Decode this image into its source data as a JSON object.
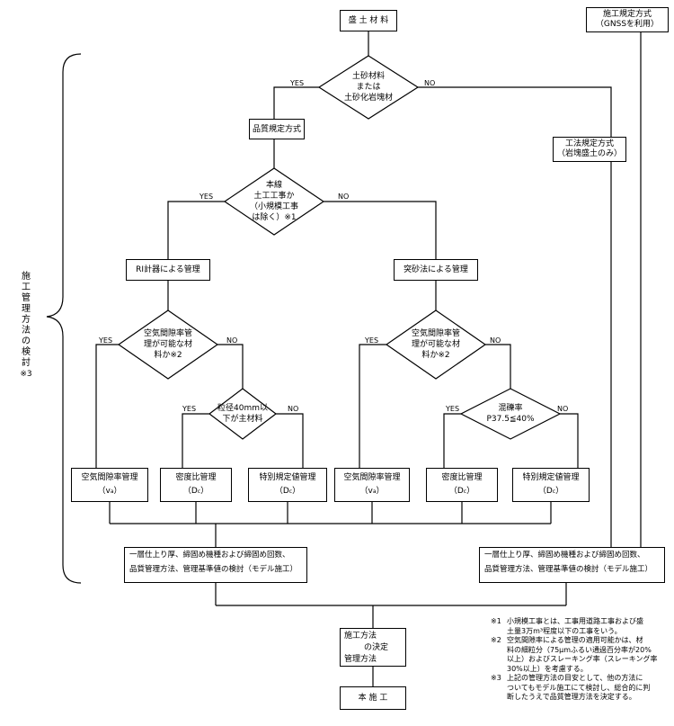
{
  "nodes": {
    "start": "盛 土 材 料",
    "gnss": [
      "施工規定方式",
      "（GNSSを利用）"
    ],
    "d1": [
      "土砂材料",
      "または",
      "土砂化岩塊材"
    ],
    "quality": "品質規定方式",
    "method": [
      "工法規定方式",
      "（岩塊盛土のみ）"
    ],
    "d2": [
      "本線",
      "土工工事か",
      "（小規模工事",
      "は除く）※1"
    ],
    "ri": "RI計器による管理",
    "sand": "突砂法による管理",
    "d3": [
      "空気間隙率管",
      "理が可能な材",
      "料か※2"
    ],
    "d4": [
      "粒径40mm以",
      "下が主材料"
    ],
    "d5": [
      "空気間隙率管",
      "理が可能な材",
      "料か※2"
    ],
    "d6": [
      "混礫率",
      "P37.5≦40%"
    ],
    "b1": "空気間隙率管理",
    "b2": "密度比管理",
    "b3": "特別規定値管理",
    "b4": "空気間隙率管理",
    "b5": "密度比管理",
    "b6": "特別規定値管理",
    "sym_va": "（v",
    "sym_va_sub": "a",
    "sym_dc": "（D",
    "sym_dc_sub": "c",
    "sym_close": "）",
    "trial1": [
      "一層仕上り厚、締固め機種および締固め回数、",
      "品質管理方法、管理基準値の検討（モデル施工）"
    ],
    "trial2": [
      "一層仕上り厚、締固め機種および締固め回数、",
      "品質管理方法、管理基準値の検討（モデル施工）"
    ],
    "decide": [
      "施工方法",
      "の決定",
      "管理方法"
    ],
    "final": "本 施 工"
  },
  "labels": {
    "yes": "YES",
    "no": "NO"
  },
  "side_label": [
    "施工管理方法の検討",
    "※3"
  ],
  "notes": [
    {
      "mark": "※1",
      "lines": [
        "小規模工事とは、工事用道路工事および盛",
        "土量3万m³程度以下の工事をいう。"
      ]
    },
    {
      "mark": "※2",
      "lines": [
        "空気間隙率による管理の適用可能かは、材",
        "料の細粒分（75μmふるい通過百分率が20%",
        "以上）およびスレーキング率（スレーキング率",
        "30%以上）を考慮する。"
      ]
    },
    {
      "mark": "※3",
      "lines": [
        "上記の管理方法の目安として、他の方法に",
        "ついてもモデル施工にて検討し、総合的に判",
        "断したうえで品質管理方法を決定する。"
      ]
    }
  ]
}
